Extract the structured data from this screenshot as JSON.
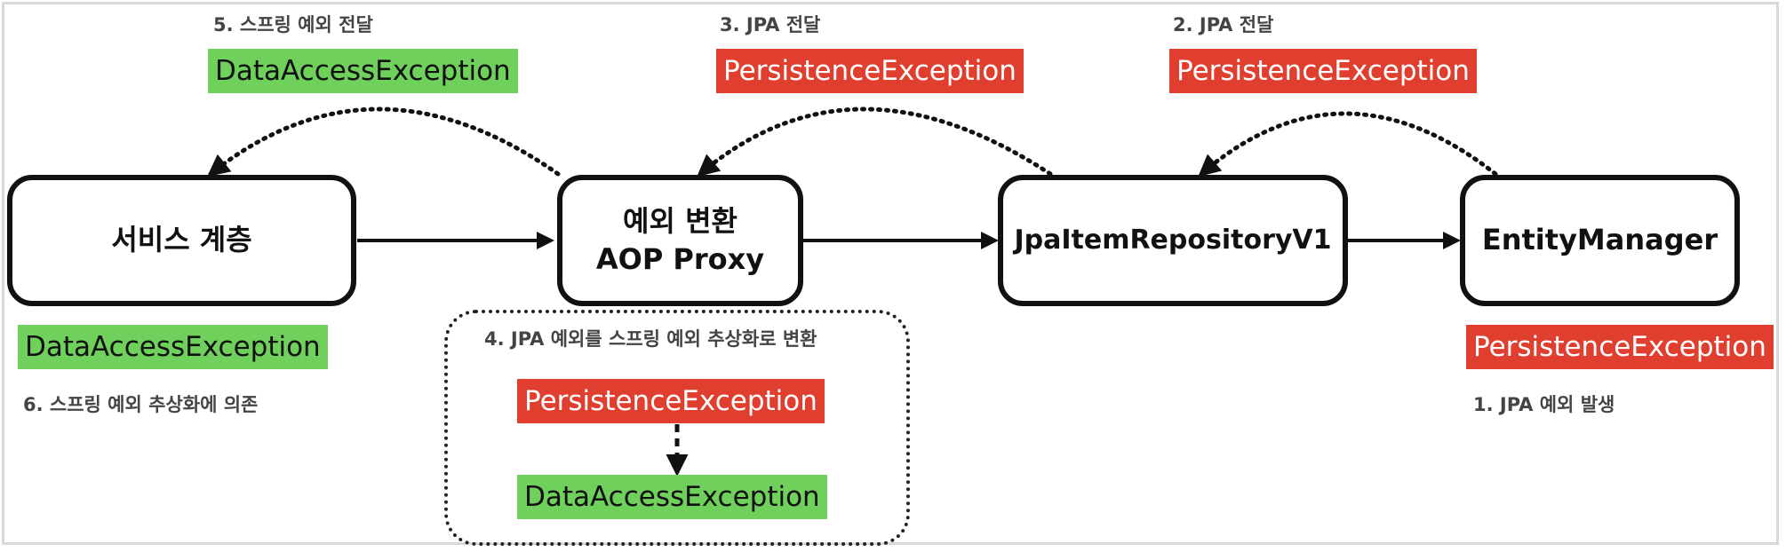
{
  "nodes": {
    "service_layer": "서비스 계층",
    "aop_proxy_line1": "예외 변환",
    "aop_proxy_line2": "AOP Proxy",
    "jpa_repository": "JpaItemRepositoryV1",
    "entity_manager": "EntityManager"
  },
  "steps": {
    "step1": "1. JPA 예외 발생",
    "step2": "2. JPA 전달",
    "step3": "3. JPA 전달",
    "step4": "4. JPA 예외를 스프링 예외 추상화로 변환",
    "step5": "5. 스프링 예외 전달",
    "step6": "6. 스프링 예외 추상화에 의존"
  },
  "exceptions": {
    "persistence": "PersistenceException",
    "data_access": "DataAccessException"
  },
  "colors": {
    "spring_exception": "#6fd05b",
    "jpa_exception": "#e03e2e",
    "line": "#111111"
  }
}
